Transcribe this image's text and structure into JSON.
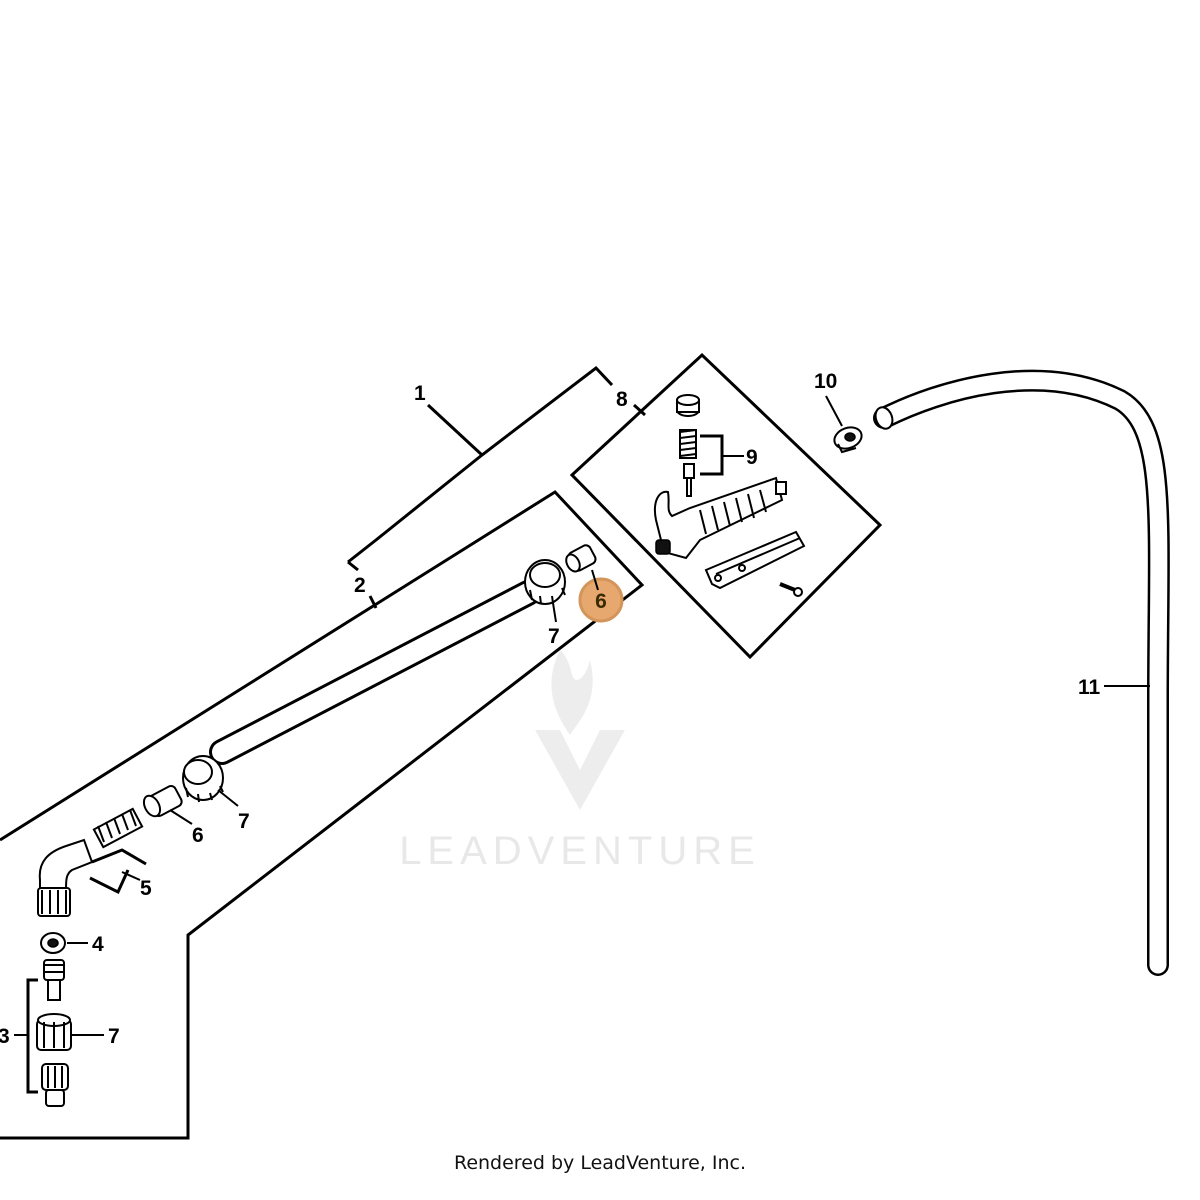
{
  "callouts": {
    "c1": "1",
    "c2": "2",
    "c3": "3",
    "c4": "4",
    "c5": "5",
    "c6_top": "6",
    "c6_low": "6",
    "c7_top": "7",
    "c7_mid": "7",
    "c7_low": "7",
    "c8": "8",
    "c9": "9",
    "c10": "10",
    "c11": "11"
  },
  "highlight_color": "#d4955a",
  "watermark": "LEADVENTURE",
  "footer": "Rendered by LeadVenture, Inc."
}
